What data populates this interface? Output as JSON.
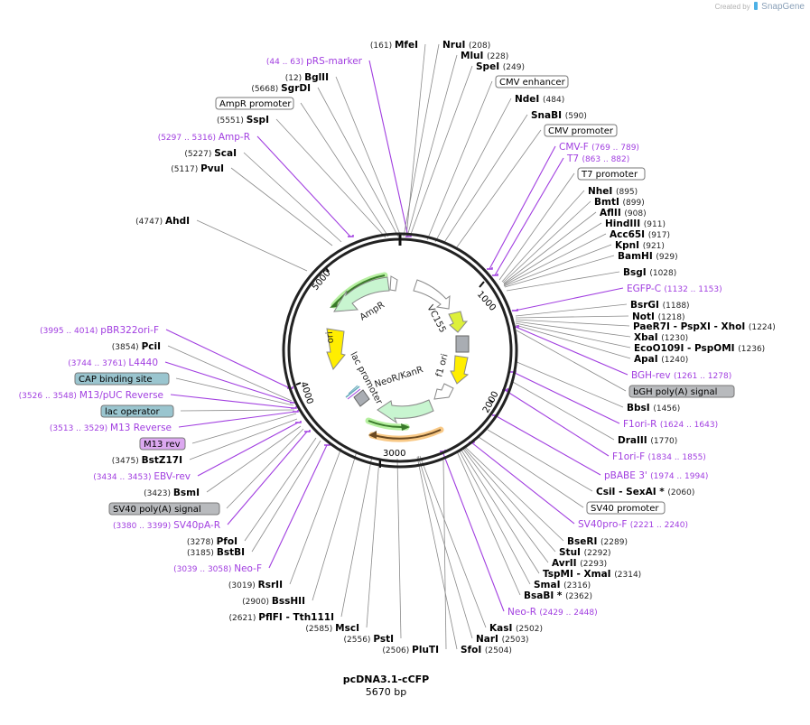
{
  "credit": {
    "prefix": "Created by",
    "brand": "SnapGene"
  },
  "plasmid": {
    "name": "pcDNA3.1-cCFP",
    "length": "5670 bp"
  },
  "colors": {
    "primer": "#a13ee0",
    "enzyme_line": "#888888",
    "backbone": "#222222",
    "ampr": "#c8f5d0",
    "ori": "#ffee00",
    "neo": "#c8f5d0",
    "cap_lac": "#9ac5cf",
    "m13rev_box": "#dca8f0",
    "polyA": "#b8babd"
  },
  "ticks": [
    {
      "label": "1000"
    },
    {
      "label": "2000"
    },
    {
      "label": "3000"
    },
    {
      "label": "4000"
    },
    {
      "label": "5000"
    }
  ],
  "inner_features": {
    "ampr": "AmpR",
    "ori": "ori",
    "lac": "lac promoter",
    "neo": "NeoR/KanR",
    "f1": "f1 ori",
    "vc155": "VC155"
  },
  "labels": [
    {
      "id": "mfei",
      "type": "enzyme",
      "name": "MfeI",
      "pos": "(161)",
      "side": "left"
    },
    {
      "id": "prs",
      "type": "primer",
      "name": "pRS-marker",
      "pos": "(44 .. 63)",
      "side": "left"
    },
    {
      "id": "bglii",
      "type": "enzyme",
      "name": "BglII",
      "pos": "(12)",
      "side": "left"
    },
    {
      "id": "sgrdi",
      "type": "enzyme",
      "name": "SgrDI",
      "pos": "(5668)",
      "side": "left"
    },
    {
      "id": "amprp",
      "type": "feature",
      "name": "AmpR promoter",
      "side": "left"
    },
    {
      "id": "sspi",
      "type": "enzyme",
      "name": "SspI",
      "pos": "(5551)",
      "side": "left"
    },
    {
      "id": "ampr",
      "type": "primer",
      "name": "Amp-R",
      "pos": "(5297 .. 5316)",
      "side": "left"
    },
    {
      "id": "scai",
      "type": "enzyme",
      "name": "ScaI",
      "pos": "(5227)",
      "side": "left"
    },
    {
      "id": "pvui",
      "type": "enzyme",
      "name": "PvuI",
      "pos": "(5117)",
      "side": "left"
    },
    {
      "id": "ahdi",
      "type": "enzyme",
      "name": "AhdI",
      "pos": "(4747)",
      "side": "left"
    },
    {
      "id": "nrui",
      "type": "enzyme",
      "name": "NruI",
      "pos": "(208)",
      "side": "right"
    },
    {
      "id": "mlui",
      "type": "enzyme",
      "name": "MluI",
      "pos": "(228)",
      "side": "right"
    },
    {
      "id": "spei",
      "type": "enzyme",
      "name": "SpeI",
      "pos": "(249)",
      "side": "right"
    },
    {
      "id": "cmve",
      "type": "feature",
      "name": "CMV enhancer",
      "side": "right"
    },
    {
      "id": "ndei",
      "type": "enzyme",
      "name": "NdeI",
      "pos": "(484)",
      "side": "right"
    },
    {
      "id": "snabi",
      "type": "enzyme",
      "name": "SnaBI",
      "pos": "(590)",
      "side": "right"
    },
    {
      "id": "cmvp",
      "type": "feature",
      "name": "CMV promoter",
      "side": "right"
    },
    {
      "id": "cmvf",
      "type": "primer",
      "name": "CMV-F",
      "pos": "(769 .. 789)",
      "side": "right"
    },
    {
      "id": "t7",
      "type": "primer",
      "name": "T7",
      "pos": "(863 .. 882)",
      "side": "right"
    },
    {
      "id": "t7p",
      "type": "feature",
      "name": "T7 promoter",
      "side": "right"
    },
    {
      "id": "nhei",
      "type": "enzyme",
      "name": "NheI",
      "pos": "(895)",
      "side": "right"
    },
    {
      "id": "bmti",
      "type": "enzyme",
      "name": "BmtI",
      "pos": "(899)",
      "side": "right"
    },
    {
      "id": "aflii",
      "type": "enzyme",
      "name": "AflII",
      "pos": "(908)",
      "side": "right"
    },
    {
      "id": "hindiii",
      "type": "enzyme",
      "name": "HindIII",
      "pos": "(911)",
      "side": "right"
    },
    {
      "id": "acc65i",
      "type": "enzyme",
      "name": "Acc65I",
      "pos": "(917)",
      "side": "right"
    },
    {
      "id": "kpni",
      "type": "enzyme",
      "name": "KpnI",
      "pos": "(921)",
      "side": "right"
    },
    {
      "id": "bamhi",
      "type": "enzyme",
      "name": "BamHI",
      "pos": "(929)",
      "side": "right"
    },
    {
      "id": "bsgi",
      "type": "enzyme",
      "name": "BsgI",
      "pos": "(1028)",
      "side": "right"
    },
    {
      "id": "egfpc",
      "type": "primer",
      "name": "EGFP-C",
      "pos": "(1132 .. 1153)",
      "side": "right"
    },
    {
      "id": "bsrgi",
      "type": "enzyme",
      "name": "BsrGI",
      "pos": "(1188)",
      "side": "right"
    },
    {
      "id": "noti",
      "type": "enzyme",
      "name": "NotI",
      "pos": "(1218)",
      "side": "right"
    },
    {
      "id": "paer7i",
      "type": "enzyme",
      "name": "PaeR7I   - PspXI   - XhoI",
      "pos": "(1224)",
      "side": "right"
    },
    {
      "id": "xbai",
      "type": "enzyme",
      "name": "XbaI",
      "pos": "(1230)",
      "side": "right"
    },
    {
      "id": "eco",
      "type": "enzyme",
      "name": "EcoO109I   - PspOMI",
      "pos": "(1236)",
      "side": "right"
    },
    {
      "id": "apai",
      "type": "enzyme",
      "name": "ApaI",
      "pos": "(1240)",
      "side": "right"
    },
    {
      "id": "bghrev",
      "type": "primer",
      "name": "BGH-rev",
      "pos": "(1261 .. 1278)",
      "side": "right"
    },
    {
      "id": "bghpa",
      "type": "feature",
      "name": "bGH poly(A) signal",
      "side": "right"
    },
    {
      "id": "bbsi",
      "type": "enzyme",
      "name": "BbsI",
      "pos": "(1456)",
      "side": "right"
    },
    {
      "id": "f1orir",
      "type": "primer",
      "name": "F1ori-R",
      "pos": "(1624 .. 1643)",
      "side": "right"
    },
    {
      "id": "draiii",
      "type": "enzyme",
      "name": "DraIII",
      "pos": "(1770)",
      "side": "right"
    },
    {
      "id": "f1orif",
      "type": "primer",
      "name": "F1ori-F",
      "pos": "(1834 .. 1855)",
      "side": "right"
    },
    {
      "id": "pbabe",
      "type": "primer",
      "name": "pBABE 3'",
      "pos": "(1974 .. 1994)",
      "side": "right"
    },
    {
      "id": "csii",
      "type": "enzyme",
      "name": "CsiI  - SexAI *",
      "pos": "(2060)",
      "side": "right"
    },
    {
      "id": "sv40p",
      "type": "feature",
      "name": "SV40 promoter",
      "side": "right"
    },
    {
      "id": "sv40prof",
      "type": "primer",
      "name": "SV40pro-F",
      "pos": "(2221 .. 2240)",
      "side": "right"
    },
    {
      "id": "bseri",
      "type": "enzyme",
      "name": "BseRI",
      "pos": "(2289)",
      "side": "right"
    },
    {
      "id": "stui",
      "type": "enzyme",
      "name": "StuI",
      "pos": "(2292)",
      "side": "right"
    },
    {
      "id": "avrii",
      "type": "enzyme",
      "name": "AvrII",
      "pos": "(2293)",
      "side": "right"
    },
    {
      "id": "tspmi",
      "type": "enzyme",
      "name": "TspMI   - XmaI",
      "pos": "(2314)",
      "side": "right"
    },
    {
      "id": "smai",
      "type": "enzyme",
      "name": "SmaI",
      "pos": "(2316)",
      "side": "right"
    },
    {
      "id": "bsabi",
      "type": "enzyme",
      "name": "BsaBI *",
      "pos": "(2362)",
      "side": "right"
    },
    {
      "id": "neor",
      "type": "primer",
      "name": "Neo-R",
      "pos": "(2429 .. 2448)",
      "side": "right"
    },
    {
      "id": "kasi",
      "type": "enzyme",
      "name": "KasI",
      "pos": "(2502)",
      "side": "right"
    },
    {
      "id": "nari",
      "type": "enzyme",
      "name": "NarI",
      "pos": "(2503)",
      "side": "right"
    },
    {
      "id": "sfoi",
      "type": "enzyme",
      "name": "SfoI",
      "pos": "(2504)",
      "side": "right"
    },
    {
      "id": "pluti",
      "type": "enzyme",
      "name": "PluTI",
      "pos": "(2506)",
      "side": "left"
    },
    {
      "id": "psti",
      "type": "enzyme",
      "name": "PstI",
      "pos": "(2556)",
      "side": "left"
    },
    {
      "id": "msci",
      "type": "enzyme",
      "name": "MscI",
      "pos": "(2585)",
      "side": "left"
    },
    {
      "id": "pflfi",
      "type": "enzyme",
      "name": "PflFI   - Tth111I",
      "pos": "(2621)",
      "side": "left"
    },
    {
      "id": "bsshii",
      "type": "enzyme",
      "name": "BssHII",
      "pos": "(2900)",
      "side": "left"
    },
    {
      "id": "rsrii",
      "type": "enzyme",
      "name": "RsrII",
      "pos": "(3019)",
      "side": "left"
    },
    {
      "id": "neof",
      "type": "primer",
      "name": "Neo-F",
      "pos": "(3039 .. 3058)",
      "side": "left"
    },
    {
      "id": "bstbi",
      "type": "enzyme",
      "name": "BstBI",
      "pos": "(3185)",
      "side": "left"
    },
    {
      "id": "pfoi",
      "type": "enzyme",
      "name": "PfoI",
      "pos": "(3278)",
      "side": "left"
    },
    {
      "id": "sv40par",
      "type": "primer",
      "name": "SV40pA-R",
      "pos": "(3380 .. 3399)",
      "side": "left"
    },
    {
      "id": "sv40pa",
      "type": "feature",
      "name": "SV40 poly(A) signal",
      "side": "left"
    },
    {
      "id": "bsmi",
      "type": "enzyme",
      "name": "BsmI",
      "pos": "(3423)",
      "side": "left"
    },
    {
      "id": "ebvrev",
      "type": "primer",
      "name": "EBV-rev",
      "pos": "(3434 .. 3453)",
      "side": "left"
    },
    {
      "id": "bstz17i",
      "type": "enzyme",
      "name": "BstZ17I",
      "pos": "(3475)",
      "side": "left"
    },
    {
      "id": "m13revbox",
      "type": "feature",
      "name": "M13 rev",
      "side": "left"
    },
    {
      "id": "m13reverse",
      "type": "primer",
      "name": "M13 Reverse",
      "pos": "(3513 .. 3529)",
      "side": "left"
    },
    {
      "id": "lacop",
      "type": "feature",
      "name": "lac operator",
      "side": "left"
    },
    {
      "id": "m13puc",
      "type": "primer",
      "name": "M13/pUC Reverse",
      "pos": "(3526 .. 3548)",
      "side": "left"
    },
    {
      "id": "cap",
      "type": "feature",
      "name": "CAP binding site",
      "side": "left"
    },
    {
      "id": "l4440",
      "type": "primer",
      "name": "L4440",
      "pos": "(3744 .. 3761)",
      "side": "left"
    },
    {
      "id": "pcii",
      "type": "enzyme",
      "name": "PciI",
      "pos": "(3854)",
      "side": "left"
    },
    {
      "id": "pbr322",
      "type": "primer",
      "name": "pBR322ori-F",
      "pos": "(3995 .. 4014)",
      "side": "left"
    }
  ]
}
